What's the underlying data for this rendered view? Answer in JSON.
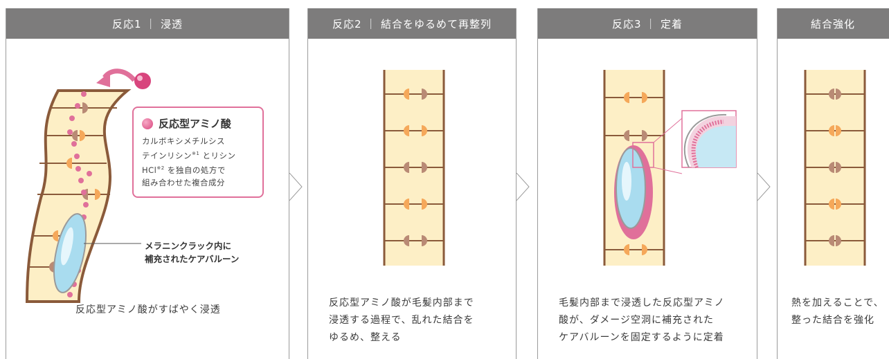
{
  "panels": [
    {
      "title": "反応1 ｜ 浸透",
      "caption": "反応型アミノ酸がすばやく浸透"
    },
    {
      "title": "反応2 ｜ 結合をゆるめて再整列",
      "caption_lines": [
        "反応型アミノ酸が毛髪内部まで",
        "浸透する過程で、乱れた結合を",
        "ゆるめ、整える"
      ]
    },
    {
      "title": "反応3 ｜ 定着",
      "caption_lines": [
        "毛髪内部まで浸透した反応型アミノ",
        "酸が、ダメージ空洞に補充された",
        "ケアバルーンを固定するように定着"
      ]
    },
    {
      "title": "結合強化",
      "caption_lines": [
        "熱を加えることで、",
        "整った結合を強化"
      ]
    }
  ],
  "callout": {
    "title": "反応型アミノ酸",
    "line1": "カルボキシメチルシス",
    "line2a": "テインリシン",
    "sup1": "※1",
    "line2b": " とリシン",
    "line3a": "HCl",
    "sup2": "※2",
    "line3b": " を独自の処方で",
    "line4": "組み合わせた複合成分"
  },
  "balloon_label": {
    "line1": "メラニンクラック内に",
    "line2": "補充されたケアバルーン"
  },
  "colors": {
    "header": "#7d7c7c",
    "hair_fill": "#fdefc6",
    "hair_border": "#8a5a3a",
    "pink": "#e0709a",
    "orange": "#f5a85a",
    "brown": "#b98a75",
    "balloon": "#a9dcef"
  }
}
